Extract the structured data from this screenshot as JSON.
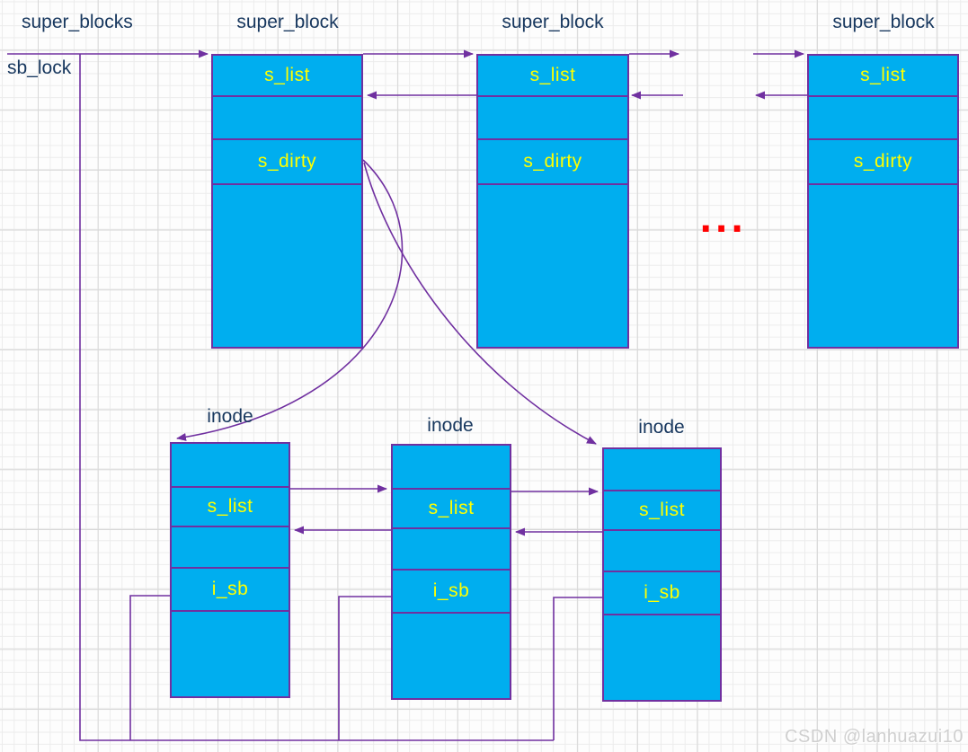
{
  "labels": {
    "super_blocks": "super_blocks",
    "sb_lock": "sb_lock"
  },
  "super_blocks": [
    {
      "title": "super_block",
      "fields": [
        "s_list",
        "",
        "s_dirty",
        ""
      ]
    },
    {
      "title": "super_block",
      "fields": [
        "s_list",
        "",
        "s_dirty",
        ""
      ]
    },
    {
      "title": "super_block",
      "fields": [
        "s_list",
        "",
        "s_dirty",
        ""
      ]
    }
  ],
  "inodes": [
    {
      "title": "inode",
      "fields": [
        "",
        "s_list",
        "",
        "i_sb",
        ""
      ]
    },
    {
      "title": "inode",
      "fields": [
        "",
        "s_list",
        "",
        "i_sb",
        ""
      ]
    },
    {
      "title": "inode",
      "fields": [
        "",
        "s_list",
        "",
        "i_sb",
        ""
      ]
    }
  ],
  "ellipsis": "...",
  "watermark": "CSDN @lanhuazui10",
  "colors": {
    "box_fill": "#00AEEF",
    "box_border": "#7030A0",
    "connector": "#7030A0",
    "field_text": "#FFFF00",
    "label_text": "#17375E",
    "ellipsis": "#FF0000",
    "grid_minor": "#ececec",
    "grid_major": "#d8d8d8",
    "watermark": "#cfcfcf"
  }
}
